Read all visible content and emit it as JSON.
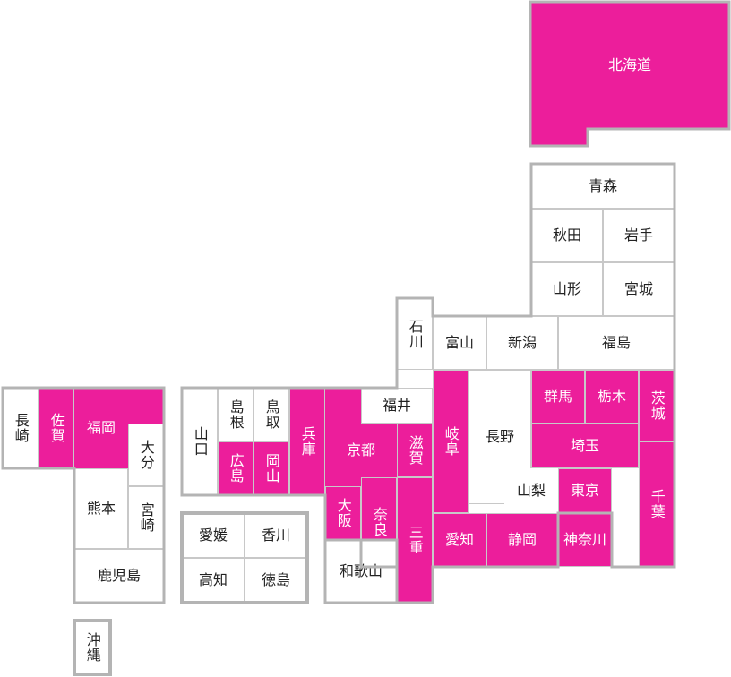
{
  "colors": {
    "highlight": "#ec1e9b",
    "background": "#ffffff",
    "outline": "#b4b4b4",
    "cell_border": "#c8c8c8"
  },
  "prefectures": {
    "hokkaido": {
      "label": "北海道",
      "highlighted": true
    },
    "aomori": {
      "label": "青森",
      "highlighted": false
    },
    "akita": {
      "label": "秋田",
      "highlighted": false
    },
    "iwate": {
      "label": "岩手",
      "highlighted": false
    },
    "yamagata": {
      "label": "山形",
      "highlighted": false
    },
    "miyagi": {
      "label": "宮城",
      "highlighted": false
    },
    "ishikawa": {
      "label": "石川",
      "highlighted": false
    },
    "toyama": {
      "label": "富山",
      "highlighted": false
    },
    "niigata": {
      "label": "新潟",
      "highlighted": false
    },
    "fukushima": {
      "label": "福島",
      "highlighted": false
    },
    "fukui": {
      "label": "福井",
      "highlighted": false
    },
    "nagano": {
      "label": "長野",
      "highlighted": false
    },
    "gunma": {
      "label": "群馬",
      "highlighted": true
    },
    "tochigi": {
      "label": "栃木",
      "highlighted": true
    },
    "ibaraki": {
      "label": "茨城",
      "highlighted": true
    },
    "saitama": {
      "label": "埼玉",
      "highlighted": true
    },
    "chiba": {
      "label": "千葉",
      "highlighted": true
    },
    "tokyo": {
      "label": "東京",
      "highlighted": true
    },
    "kanagawa": {
      "label": "神奈川",
      "highlighted": true
    },
    "yamanashi": {
      "label": "山梨",
      "highlighted": false
    },
    "shizuoka": {
      "label": "静岡",
      "highlighted": true
    },
    "aichi": {
      "label": "愛知",
      "highlighted": true
    },
    "gifu": {
      "label": "岐阜",
      "highlighted": true
    },
    "shiga": {
      "label": "滋賀",
      "highlighted": true
    },
    "mie": {
      "label": "三重",
      "highlighted": true
    },
    "kyoto": {
      "label": "京都",
      "highlighted": true
    },
    "osaka": {
      "label": "大阪",
      "highlighted": true
    },
    "nara": {
      "label": "奈良",
      "highlighted": true
    },
    "wakayama": {
      "label": "和歌山",
      "highlighted": false
    },
    "hyogo": {
      "label": "兵庫",
      "highlighted": true
    },
    "tottori": {
      "label": "鳥取",
      "highlighted": false
    },
    "shimane": {
      "label": "島根",
      "highlighted": false
    },
    "okayama": {
      "label": "岡山",
      "highlighted": true
    },
    "hiroshima": {
      "label": "広島",
      "highlighted": true
    },
    "yamaguchi": {
      "label": "山口",
      "highlighted": false
    },
    "ehime": {
      "label": "愛媛",
      "highlighted": false
    },
    "kagawa": {
      "label": "香川",
      "highlighted": false
    },
    "kochi": {
      "label": "高知",
      "highlighted": false
    },
    "tokushima": {
      "label": "徳島",
      "highlighted": false
    },
    "nagasaki": {
      "label": "長崎",
      "highlighted": false
    },
    "saga": {
      "label": "佐賀",
      "highlighted": true
    },
    "fukuoka": {
      "label": "福岡",
      "highlighted": true
    },
    "oita": {
      "label": "大分",
      "highlighted": false
    },
    "kumamoto": {
      "label": "熊本",
      "highlighted": false
    },
    "miyazaki": {
      "label": "宮崎",
      "highlighted": false
    },
    "kagoshima": {
      "label": "鹿児島",
      "highlighted": false
    },
    "okinawa": {
      "label": "沖縄",
      "highlighted": false
    }
  }
}
